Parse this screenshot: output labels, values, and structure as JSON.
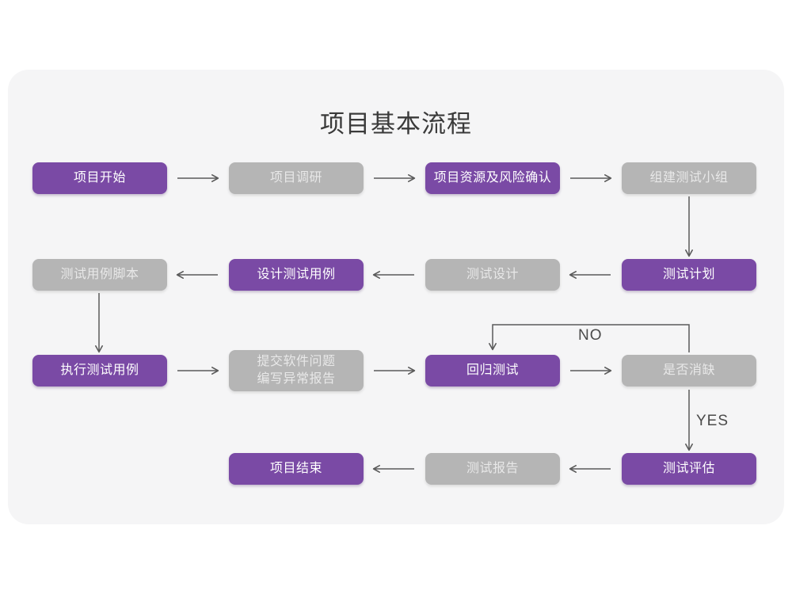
{
  "diagram": {
    "title": "项目基本流程",
    "colors": {
      "purple": "#7a4aa5",
      "gray": "#b5b5b5",
      "panel_bg": "#f5f5f6",
      "page_bg": "#ffffff",
      "arrow": "#5a5a5a"
    },
    "nodes": [
      {
        "id": "n1",
        "label": "项目开始",
        "style": "purple",
        "row": 1,
        "col": 1
      },
      {
        "id": "n2",
        "label": "项目调研",
        "style": "gray",
        "row": 1,
        "col": 2
      },
      {
        "id": "n3",
        "label": "项目资源及风险确认",
        "style": "purple",
        "row": 1,
        "col": 3
      },
      {
        "id": "n4",
        "label": "组建测试小组",
        "style": "gray",
        "row": 1,
        "col": 4
      },
      {
        "id": "n5",
        "label": "测试用例脚本",
        "style": "gray",
        "row": 2,
        "col": 1
      },
      {
        "id": "n6",
        "label": "设计测试用例",
        "style": "purple",
        "row": 2,
        "col": 2
      },
      {
        "id": "n7",
        "label": "测试设计",
        "style": "gray",
        "row": 2,
        "col": 3
      },
      {
        "id": "n8",
        "label": "测试计划",
        "style": "purple",
        "row": 2,
        "col": 4
      },
      {
        "id": "n9",
        "label": "执行测试用例",
        "style": "purple",
        "row": 3,
        "col": 1
      },
      {
        "id": "n10",
        "label": "提交软件问题\n编写异常报告",
        "style": "gray",
        "row": 3,
        "col": 2
      },
      {
        "id": "n11",
        "label": "回归测试",
        "style": "purple",
        "row": 3,
        "col": 3
      },
      {
        "id": "n12",
        "label": "是否消缺",
        "style": "gray",
        "row": 3,
        "col": 4
      },
      {
        "id": "n13",
        "label": "项目结束",
        "style": "purple",
        "row": 4,
        "col": 2
      },
      {
        "id": "n14",
        "label": "测试报告",
        "style": "gray",
        "row": 4,
        "col": 3
      },
      {
        "id": "n15",
        "label": "测试评估",
        "style": "purple",
        "row": 4,
        "col": 4
      }
    ],
    "edge_labels": {
      "no": "NO",
      "yes": "YES"
    },
    "edges": [
      {
        "from": "n1",
        "to": "n2",
        "dir": "right"
      },
      {
        "from": "n2",
        "to": "n3",
        "dir": "right"
      },
      {
        "from": "n3",
        "to": "n4",
        "dir": "right"
      },
      {
        "from": "n4",
        "to": "n8",
        "dir": "down"
      },
      {
        "from": "n8",
        "to": "n7",
        "dir": "left"
      },
      {
        "from": "n7",
        "to": "n6",
        "dir": "left"
      },
      {
        "from": "n6",
        "to": "n5",
        "dir": "left"
      },
      {
        "from": "n5",
        "to": "n9",
        "dir": "down"
      },
      {
        "from": "n9",
        "to": "n10",
        "dir": "right"
      },
      {
        "from": "n10",
        "to": "n11",
        "dir": "right"
      },
      {
        "from": "n11",
        "to": "n12",
        "dir": "right"
      },
      {
        "from": "n12",
        "to": "n11",
        "dir": "loop-up",
        "label": "NO"
      },
      {
        "from": "n12",
        "to": "n15",
        "dir": "down",
        "label": "YES"
      },
      {
        "from": "n15",
        "to": "n14",
        "dir": "left"
      },
      {
        "from": "n14",
        "to": "n13",
        "dir": "left"
      }
    ]
  }
}
